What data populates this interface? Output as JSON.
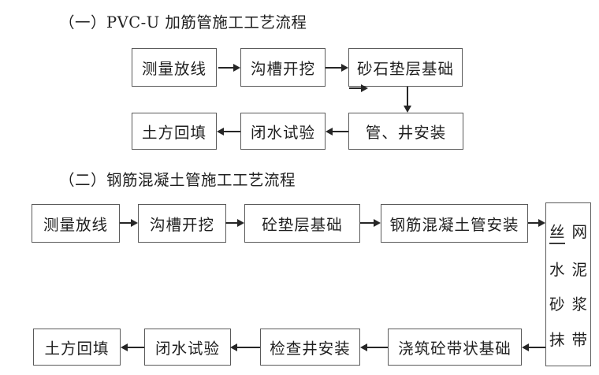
{
  "page": {
    "background": "#ffffff",
    "text_color": "#1f1f1f",
    "box_border_color": "#5a5a5a",
    "arrow_color": "#262626"
  },
  "chart1": {
    "title": "（一）PVC-U 加筋管施工工艺流程",
    "nodes": {
      "survey": "测量放线",
      "trench_excavation": "沟槽开挖",
      "gravel_bedding": "砂石垫层基础",
      "pipe_well_install": "管、井安装",
      "closed_water_test": "闭水试验",
      "earth_backfill": "土方回填"
    },
    "flow_order": [
      "测量放线",
      "沟槽开挖",
      "砂石垫层基础",
      "管、井安装",
      "闭水试验",
      "土方回填"
    ]
  },
  "chart2": {
    "title": "（二）钢筋混凝土管施工工艺流程",
    "nodes": {
      "survey": "测量放线",
      "trench_excavation": "沟槽开挖",
      "concrete_bedding": "砼垫层基础",
      "rc_pipe_install": "钢筋混凝土管安装",
      "mortar_band": {
        "full_text": "丝网水泥砂浆抹带",
        "rows": [
          [
            "丝",
            "网"
          ],
          [
            "水",
            "泥"
          ],
          [
            "砂",
            "浆"
          ],
          [
            "抹",
            "带"
          ]
        ]
      },
      "strip_foundation_pour": "浇筑砼带状基础",
      "manhole_install": "检查井安装",
      "closed_water_test": "闭水试验",
      "earth_backfill": "土方回填"
    },
    "flow_order": [
      "测量放线",
      "沟槽开挖",
      "砼垫层基础",
      "钢筋混凝土管安装",
      "丝网水泥砂浆抹带",
      "浇筑砼带状基础",
      "检查井安装",
      "闭水试验",
      "土方回填"
    ]
  }
}
